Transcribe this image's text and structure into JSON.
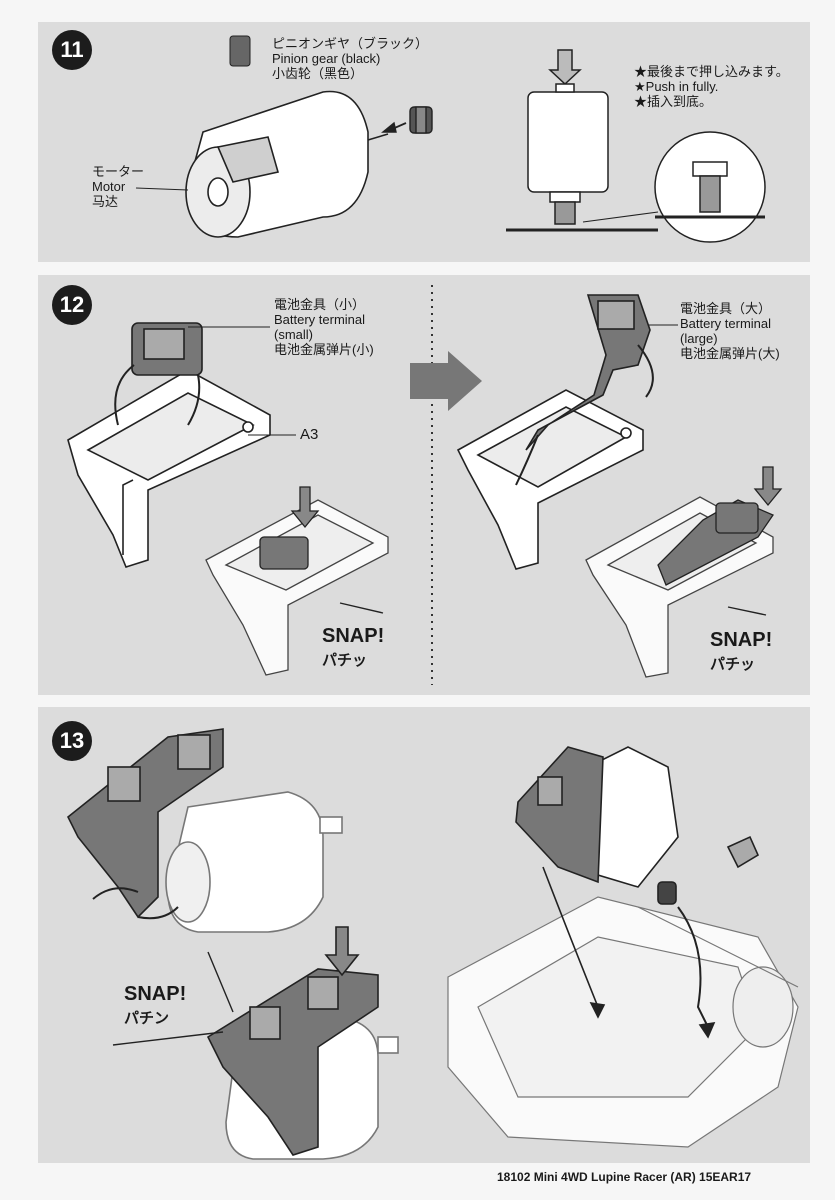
{
  "step11": {
    "number": "11",
    "pinion": {
      "jp": "ピニオンギヤ（ブラック）",
      "en": "Pinion gear (black)",
      "cn": "小齿轮（黑色）"
    },
    "motor": {
      "jp": "モーター",
      "en": "Motor",
      "cn": "马达"
    },
    "notes": [
      "★最後まで押し込みます。",
      "★Push in fully.",
      "★插入到底。"
    ]
  },
  "step12": {
    "number": "12",
    "terminal_small": {
      "jp": "電池金具（小）",
      "en1": "Battery terminal",
      "en2": "(small)",
      "cn": "电池金属弹片(小)"
    },
    "terminal_large": {
      "jp": "電池金具（大）",
      "en1": "Battery terminal",
      "en2": "(large)",
      "cn": "电池金属弹片(大)"
    },
    "part": "A3",
    "snap_en": "SNAP!",
    "snap_jp": "パチッ"
  },
  "step13": {
    "number": "13",
    "snap_en": "SNAP!",
    "snap_jp": "パチン"
  },
  "footer": "18102 Mini 4WD Lupine Racer (AR) 15EAR17"
}
